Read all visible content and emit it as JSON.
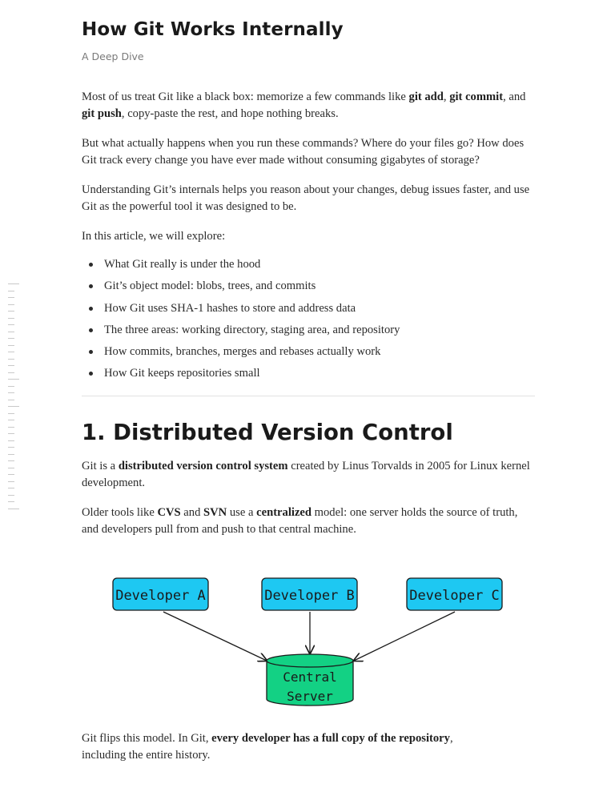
{
  "article": {
    "title": "How Git Works Internally",
    "subtitle": "A Deep Dive",
    "intro": {
      "p1": {
        "t1": "Most of us treat Git like a black box: memorize a few commands like ",
        "b1": "git add",
        "t2": ", ",
        "b2": "git commit",
        "t3": ", and ",
        "b3": "git push",
        "t4": ", copy-paste the rest, and hope nothing breaks."
      },
      "p2": "But what actually happens when you run these commands? Where do your files go? How does Git track every change you have ever made without consuming gigabytes of storage?",
      "p3": "Understanding Git’s internals helps you reason about your changes, debug issues faster, and use Git as the powerful tool it was designed to be.",
      "p4": "In this article, we will explore:"
    },
    "bullets": [
      "What Git really is under the hood",
      "Git’s object model: blobs, trees, and commits",
      "How Git uses SHA-1 hashes to store and address data",
      "The three areas: working directory, staging area, and repository",
      "How commits, branches, merges and rebases actually work",
      "How Git keeps repositories small"
    ],
    "section1": {
      "heading": "1. Distributed Version Control",
      "p1": {
        "t1": "Git is a ",
        "b1": "distributed version control system",
        "t2": " created by Linus Torvalds in 2005 for Linux kernel development."
      },
      "p2": {
        "t1": "Older tools like ",
        "b1": "CVS",
        "t2": " and ",
        "b2": "SVN",
        "t3": " use a ",
        "b3": "centralized",
        "t4": " model: one server holds the source of truth, and developers pull from and push to that central machine."
      },
      "p3": {
        "t1": "Git flips this model. In Git, ",
        "b1": "every developer has a full copy of the repository",
        "t2": ",",
        "t3": " including the entire history."
      }
    },
    "diagram": {
      "nodes": {
        "dev_a": "Developer A",
        "dev_b": "Developer B",
        "dev_c": "Developer C",
        "server_line1": "Central",
        "server_line2": "Server"
      },
      "colors": {
        "developer_fill": "#1ec8f2",
        "server_fill": "#13d184",
        "stroke": "#1a1a1a"
      }
    }
  }
}
